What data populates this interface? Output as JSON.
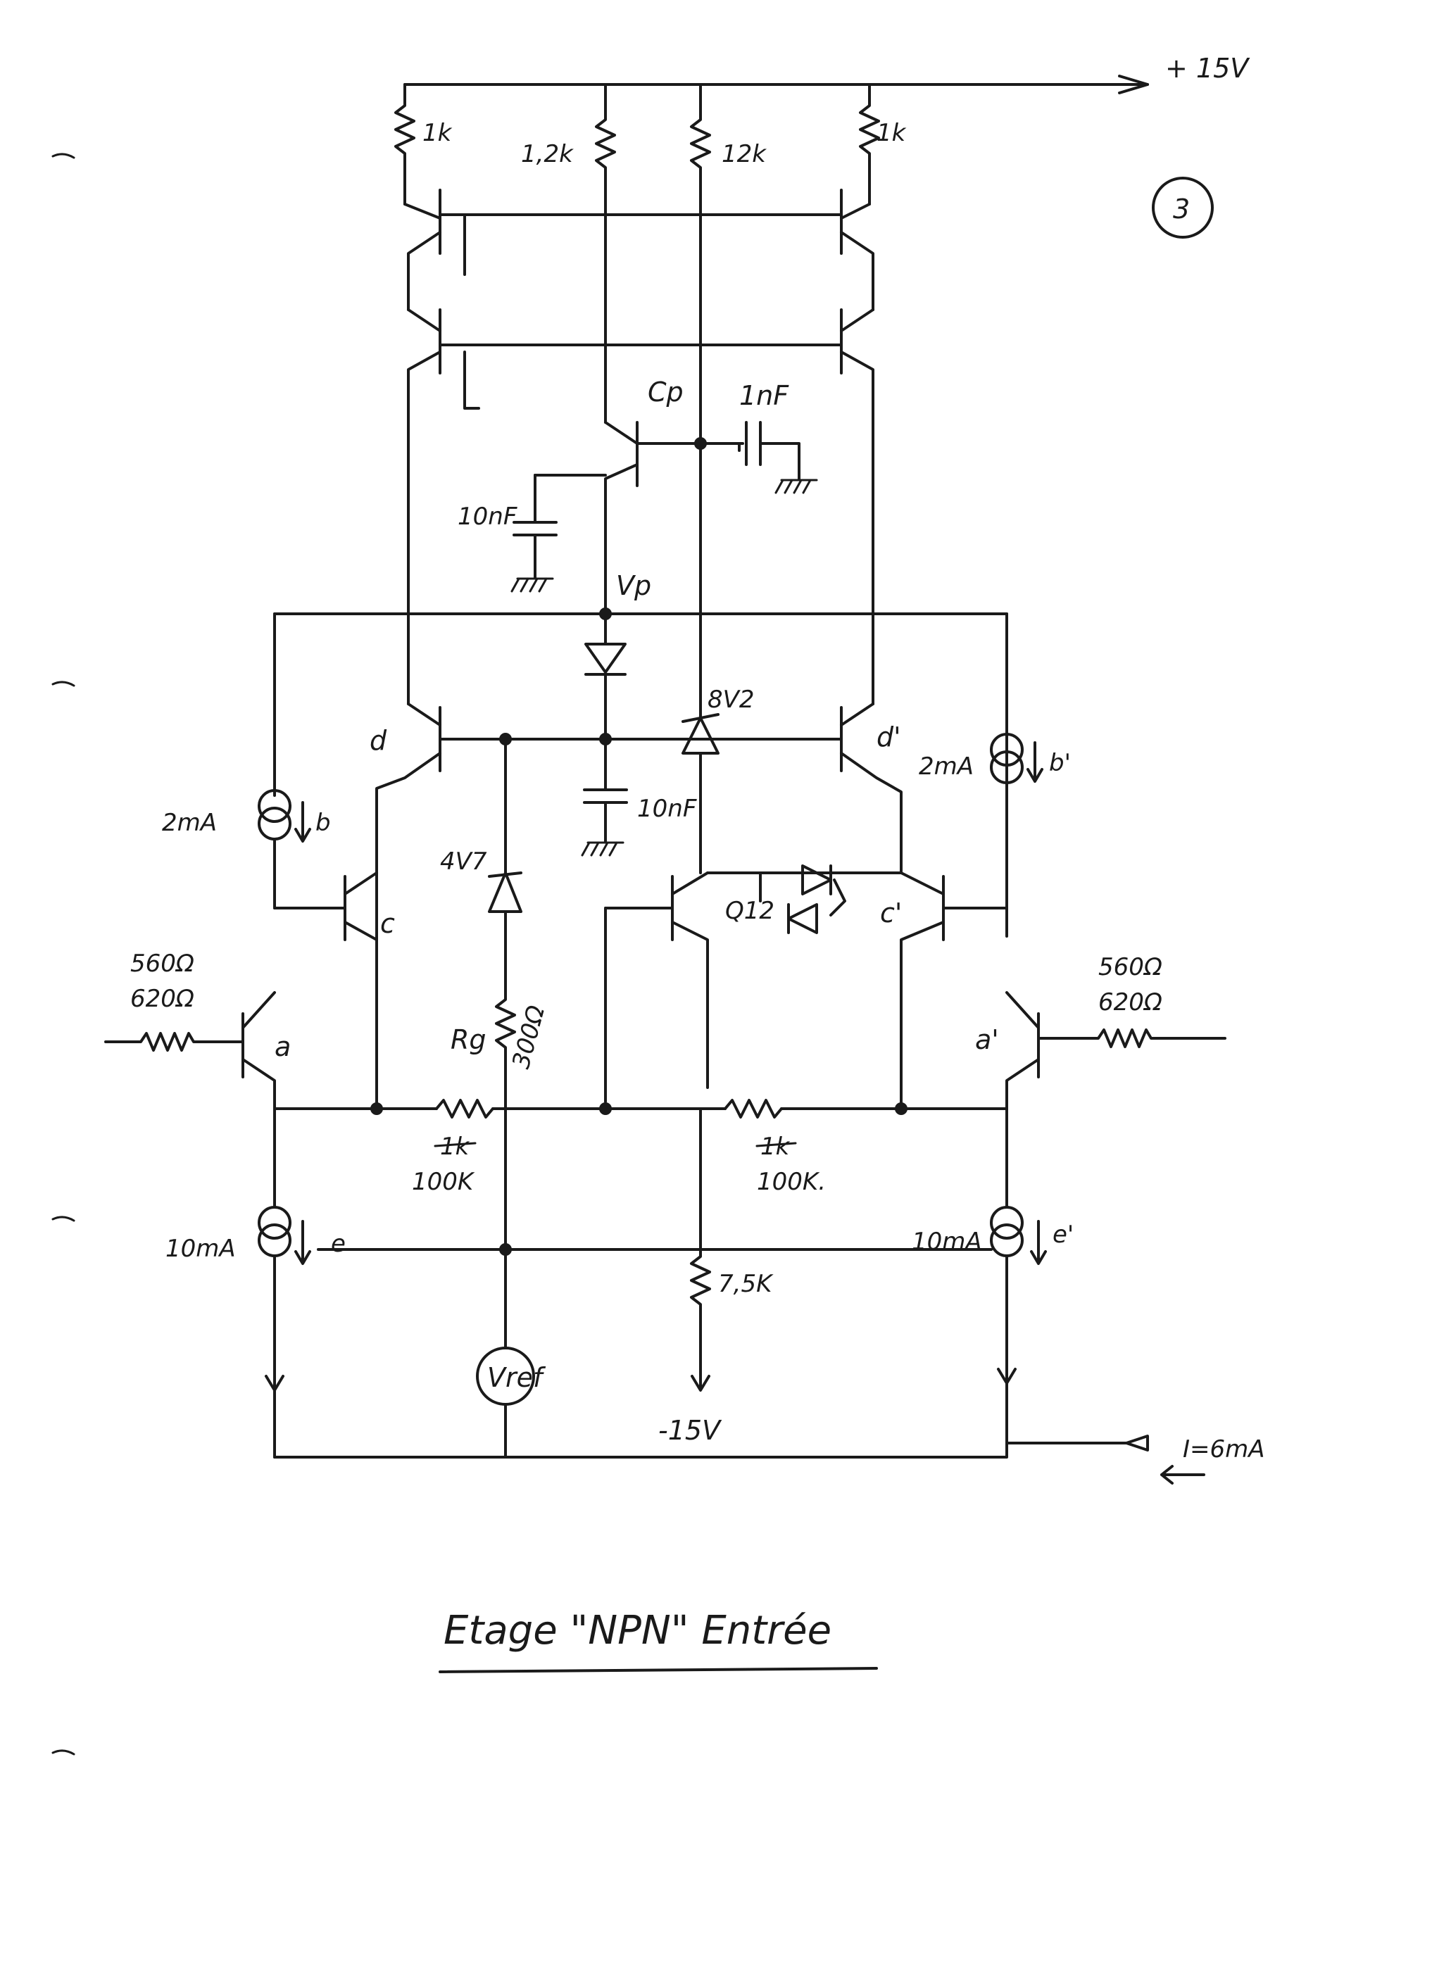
{
  "page_number": "3",
  "title": "Etage \"NPN\" Entrée",
  "supply": {
    "positive": "+ 15V",
    "negative": "-15V"
  },
  "top_resistors": [
    "1k",
    "1,2k",
    "12k",
    "1k"
  ],
  "capacitors": {
    "cp_label": "Cp",
    "cp_value": "1nF",
    "decoupling_1": "10nF",
    "decoupling_2": "10nF"
  },
  "nodes": {
    "vp": "Vp",
    "vref": "Vref"
  },
  "zeners": {
    "upper": "8V2",
    "lower": "4V7"
  },
  "resistors": {
    "rg_label": "Rg",
    "rg_value": "300Ω",
    "left_feedback_old": "1k",
    "left_feedback": "100K",
    "right_feedback_old": "1k",
    "right_feedback": "100K.",
    "bottom": "7,5K"
  },
  "transistors": {
    "a": "a",
    "a_prime": "a'",
    "c": "c",
    "c_prime": "c'",
    "d": "d",
    "d_prime": "d'",
    "q12": "Q12"
  },
  "current_sources": {
    "b": {
      "value": "2mA",
      "label": "b"
    },
    "b_prime": {
      "value": "2mA",
      "label": "b'"
    },
    "e": {
      "value": "10mA",
      "label": "e"
    },
    "e_prime": {
      "value": "10mA",
      "label": "e'"
    }
  },
  "input_resistors": {
    "left_1": "560Ω",
    "left_2": "620Ω",
    "right_1": "560Ω",
    "right_2": "620Ω"
  },
  "output_current": "I=6mA"
}
